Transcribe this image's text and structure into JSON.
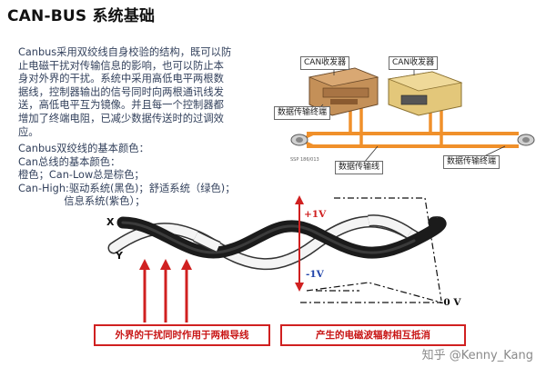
{
  "title": "CAN-BUS  系统基础",
  "intro_lines": [
    "Canbus采用双绞线自身校验的结构，既可以防",
    "止电磁干扰对传输信息的影响，也可以防止本",
    "身对外界的干扰。系统中采用高低电平两根数",
    "据线，控制器输出的信号同时向两根通讯线发",
    "送，高低电平互为镜像。并且每一个控制器都",
    "增加了终端电阻，已减少数据传送时的过调效",
    "应。"
  ],
  "colors_lines": [
    "Canbus双绞线的基本颜色：",
    "Can总线的基本颜色：",
    "橙色；Can-Low总是棕色；",
    "Can-High:驱动系统(黑色)；舒适系统（绿色)；",
    "              信息系统(紫色）；"
  ],
  "diagram_top": {
    "transceiver_left": "CAN收发器",
    "transceiver_right": "CAN收发器",
    "terminator_left": "数据传输终端",
    "terminator_right": "数据传输终端",
    "bus_line": "数据传输线",
    "ref_code": "SSP 186/013"
  },
  "twisted_pair": {
    "wire_x": "X",
    "wire_y": "Y",
    "plus_v": "+1V",
    "minus_v": "-1V",
    "zero_v": "-0 V"
  },
  "callouts": {
    "left": "外界的干扰同时作用于两根导线",
    "right": "产生的电磁波辐射相互抵消"
  },
  "watermark": "知乎 @Kenny_Kang",
  "colors": {
    "orange_bus": "#f0902a",
    "red": "#d02020",
    "text": "#2b3a55",
    "ecu_brown": "#c49058",
    "ecu_gold": "#e3c77a"
  }
}
